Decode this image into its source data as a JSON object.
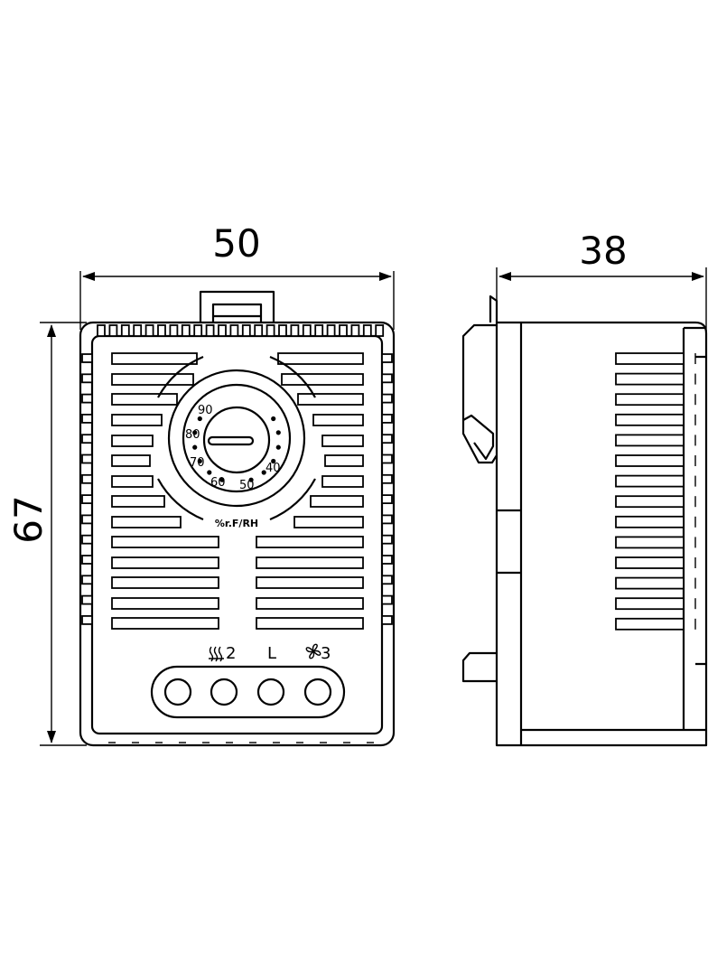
{
  "dimensions": {
    "width": "50",
    "height": "67",
    "depth": "38"
  },
  "dial": {
    "scale": [
      "90",
      "80",
      "70",
      "60",
      "50",
      "40"
    ],
    "unit": "%r.F/RH"
  },
  "terminals": {
    "heater_label": "2",
    "line_label": "L",
    "fan_label": "3",
    "heater_icon": "heater-icon",
    "fan_icon": "fan-icon"
  }
}
